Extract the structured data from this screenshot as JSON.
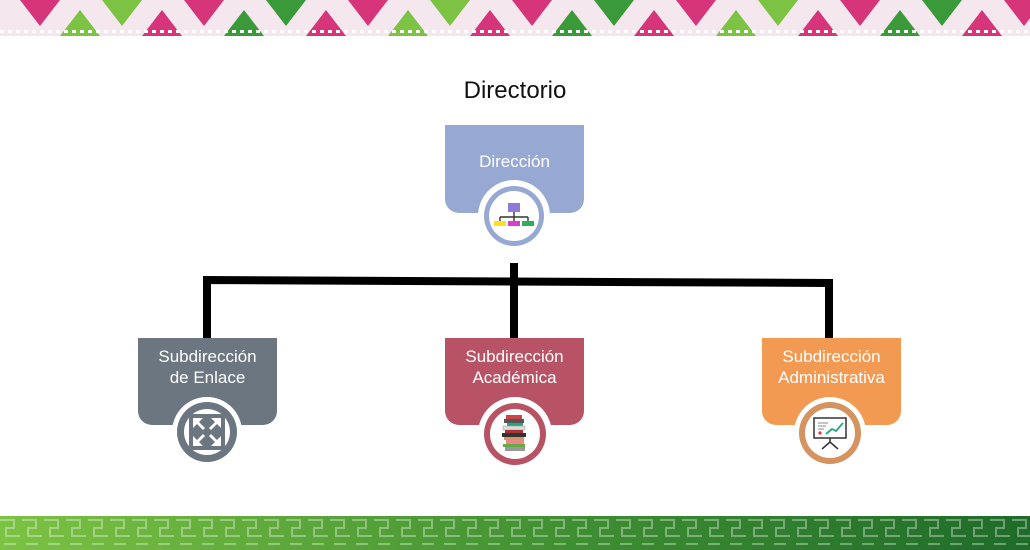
{
  "title": "Directorio",
  "nodes": {
    "direccion": {
      "label": "Dirección",
      "color": "#97a8d3",
      "icon": "org-chart-icon"
    },
    "enlace": {
      "label_line1": "Subdirección",
      "label_line2": "de Enlace",
      "color": "#6b7681",
      "icon": "arrows-expand-icon"
    },
    "academica": {
      "label_line1": "Subdirección",
      "label_line2": "Académica",
      "color": "#b85366",
      "icon": "books-stack-icon"
    },
    "administrativa": {
      "label_line1": "Subdirección",
      "label_line2": "Administrativa",
      "color": "#f39a52",
      "icon": "presentation-board-icon"
    }
  },
  "colors": {
    "connector": "#000000",
    "banner_pink": "#d6357a",
    "banner_green": "#7cc243",
    "banner_dark_green": "#1f6b2a"
  }
}
